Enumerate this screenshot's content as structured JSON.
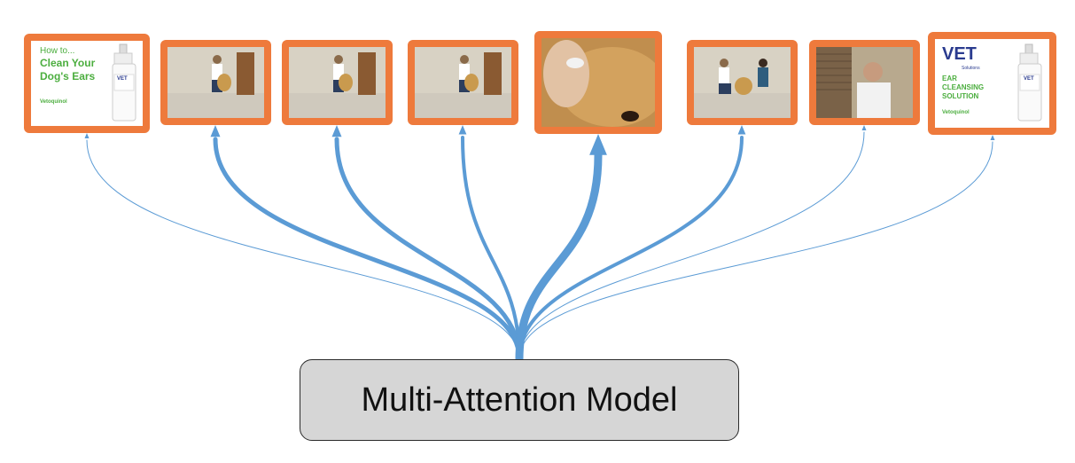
{
  "model": {
    "label": "Multi-Attention Model"
  },
  "thumbnails": [
    {
      "kind": "title-card",
      "highlighted": false,
      "lines": [
        "How to...",
        "Clean Your",
        "Dog's Ears"
      ],
      "brand": "Vetoquinol",
      "bottle_tag": "VET"
    },
    {
      "kind": "video-frame",
      "highlighted": false,
      "scene": "vet-kneeling-with-dog"
    },
    {
      "kind": "video-frame",
      "highlighted": false,
      "scene": "vet-kneeling-with-dog"
    },
    {
      "kind": "video-frame",
      "highlighted": false,
      "scene": "vet-kneeling-with-dog"
    },
    {
      "kind": "video-frame",
      "highlighted": true,
      "scene": "ear-closeup"
    },
    {
      "kind": "video-frame",
      "highlighted": false,
      "scene": "vet-and-assistant-with-dog"
    },
    {
      "kind": "video-frame",
      "highlighted": false,
      "scene": "vet-talking-to-camera"
    },
    {
      "kind": "product-card",
      "highlighted": false,
      "logo": "VET",
      "logo_sub": "Solutions",
      "lines": [
        "EAR",
        "CLEANSING",
        "SOLUTION"
      ],
      "brand": "Vetoquinol",
      "bottle_tag": "VET"
    }
  ],
  "attention_weights": [
    1,
    5,
    5,
    4,
    9,
    4,
    1,
    1
  ],
  "colors": {
    "frame": "#ee7a3c",
    "arrow": "#5b9bd5",
    "model_fill": "#d6d6d6"
  }
}
